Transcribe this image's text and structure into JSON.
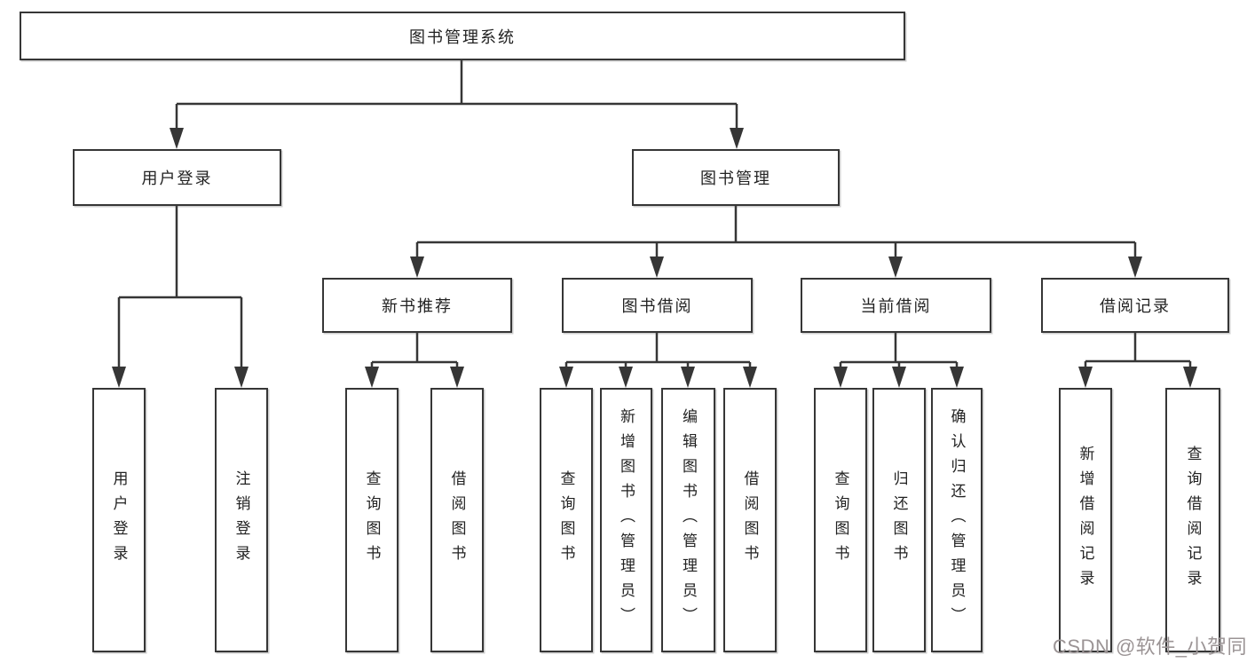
{
  "tree": {
    "root": {
      "label": "图书管理系统"
    },
    "children": [
      {
        "label": "用户登录",
        "children": [
          {
            "label": "用户登录"
          },
          {
            "label": "注销登录"
          }
        ]
      },
      {
        "label": "图书管理",
        "children": [
          {
            "label": "新书推荐",
            "children": [
              {
                "label": "查询图书"
              },
              {
                "label": "借阅图书"
              }
            ]
          },
          {
            "label": "图书借阅",
            "children": [
              {
                "label": "查询图书"
              },
              {
                "label": "新增图书（管理员）"
              },
              {
                "label": "编辑图书（管理员）"
              },
              {
                "label": "借阅图书"
              }
            ]
          },
          {
            "label": "当前借阅",
            "children": [
              {
                "label": "查询图书"
              },
              {
                "label": "归还图书"
              },
              {
                "label": "确认归还（管理员）"
              }
            ]
          },
          {
            "label": "借阅记录",
            "children": [
              {
                "label": "新增借阅记录"
              },
              {
                "label": "查询借阅记录"
              }
            ]
          }
        ]
      }
    ]
  },
  "watermark": {
    "text": "CSDN @软件_小贺同学",
    "color": "#9b9495"
  },
  "colors": {
    "line": "#363636",
    "box_border": "#363636",
    "text": "#222222",
    "background": "#ffffff"
  }
}
